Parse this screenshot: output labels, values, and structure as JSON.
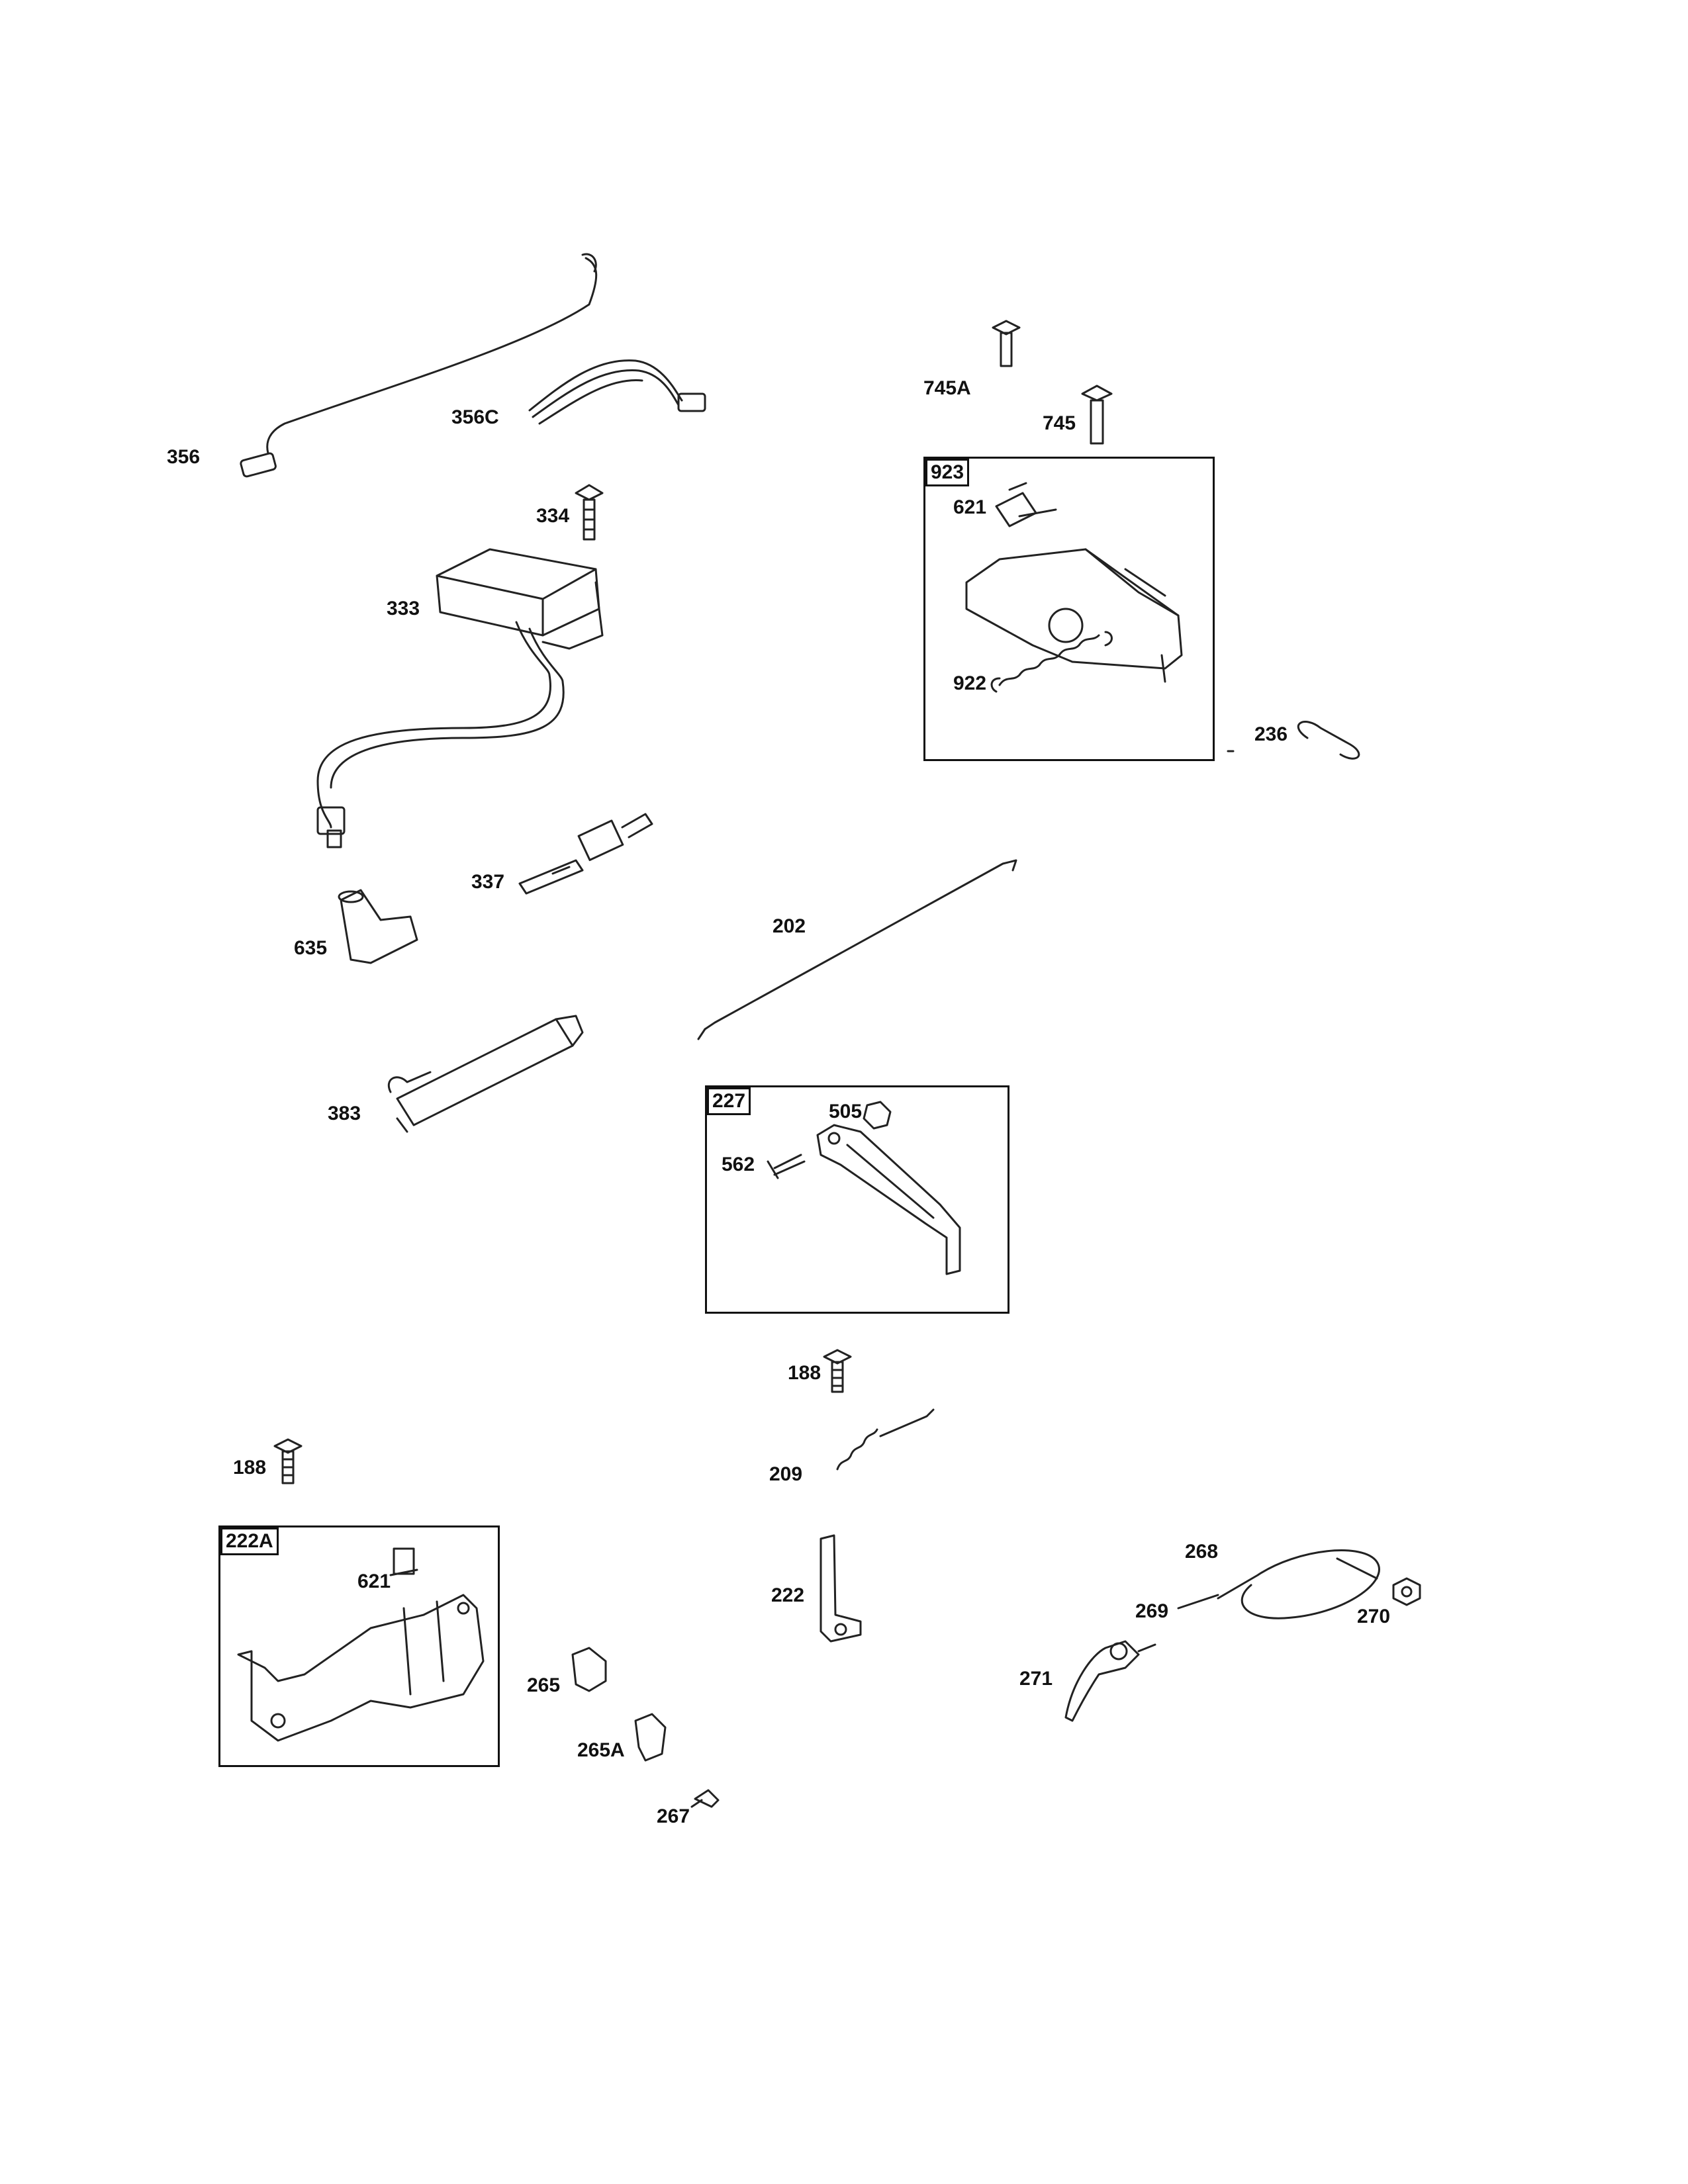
{
  "parts": {
    "p356": "356",
    "p356c": "356C",
    "p334": "334",
    "p333": "333",
    "p337": "337",
    "p635": "635",
    "p383": "383",
    "p745a": "745A",
    "p745": "745",
    "p923": "923",
    "p621a": "621",
    "p922": "922",
    "p236": "236",
    "p202": "202",
    "p227": "227",
    "p505": "505",
    "p562": "562",
    "p188a": "188",
    "p209": "209",
    "p188b": "188",
    "p222a": "222A",
    "p621b": "621",
    "p265": "265",
    "p265a": "265A",
    "p267": "267",
    "p222": "222",
    "p268": "268",
    "p269": "269",
    "p270": "270",
    "p271": "271"
  }
}
